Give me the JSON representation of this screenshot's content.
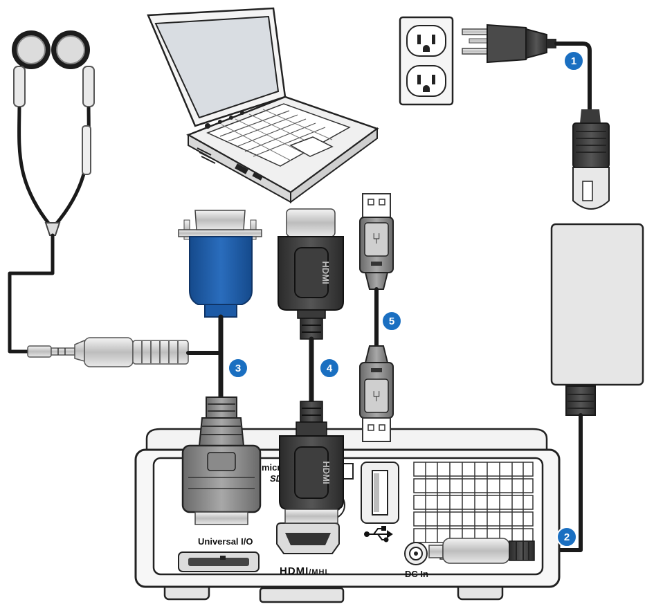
{
  "callouts": [
    {
      "id": "1",
      "label": "1"
    },
    {
      "id": "2",
      "label": "2"
    },
    {
      "id": "3",
      "label": "3"
    },
    {
      "id": "4",
      "label": "4"
    },
    {
      "id": "5",
      "label": "5"
    }
  ],
  "ports": {
    "micro_sd_line1": "micro",
    "micro_sd_line2": "SD",
    "universal_io": "Universal I/O",
    "hdmi_logo": "HDMI",
    "hdmi_suffix": "/MHL",
    "dc_in": "DC In",
    "usb_symbol": "usb-icon"
  },
  "colors": {
    "callout_blue": "#1a6fc1",
    "vga_blue": "#1c5aa6",
    "cable_black": "#1a1a1a",
    "adapter_gray": "#e6e6e6",
    "projector_white": "#f6f6f6"
  }
}
